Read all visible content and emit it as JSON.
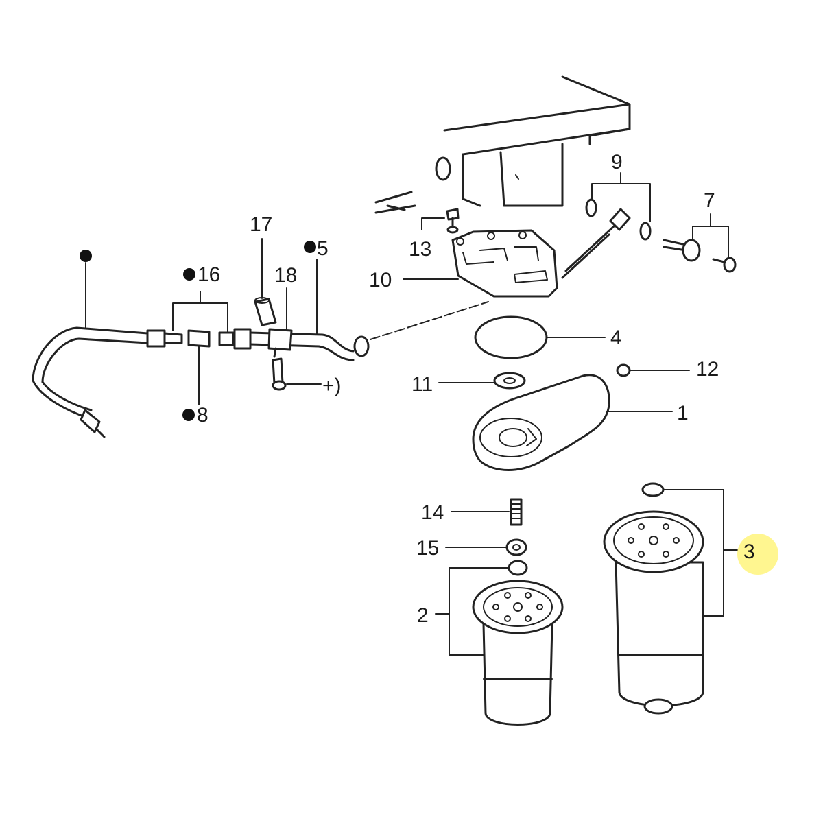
{
  "labels": {
    "l1": "1",
    "l2": "2",
    "l3": "3",
    "l4": "4",
    "l5": "5",
    "l7": "7",
    "l8": "8",
    "l9": "9",
    "l10": "10",
    "l11": "11",
    "l12": "12",
    "l13": "13",
    "l14": "14",
    "l15": "15",
    "l16": "16",
    "l17": "17",
    "l18": "18",
    "plus": "+)"
  },
  "colors": {
    "line": "#222222",
    "highlight": "#fff36b"
  }
}
